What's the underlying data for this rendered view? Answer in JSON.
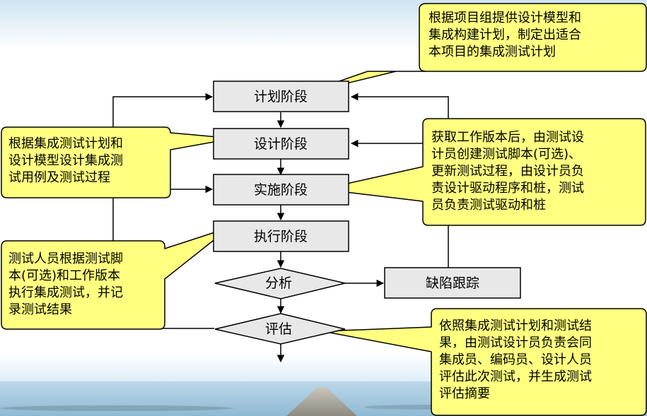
{
  "nodes": {
    "plan": "计划阶段",
    "design": "设计阶段",
    "implement": "实施阶段",
    "execute": "执行阶段",
    "analyze": "分析",
    "defect": "缺陷跟踪",
    "evaluate": "评估"
  },
  "callouts": {
    "plan": "根据项目组提供设计模型和\n集成构建计划，制定出适合\n本项目的集成测试计划",
    "design": "根据集成测试计划和\n设计模型设计集成测\n试用例及测试过程",
    "implement": "获取工作版本后，由测试设\n计员创建测试脚本(可选)、\n更新测试过程，由设计员负\n责设计驱动程序和桩，测试\n员负责测试驱动和桩",
    "execute": "测试人员根据测试脚\n本(可选)和工作版本\n执行集成测试，并记\n录测试结果",
    "evaluate": "依照集成测试计划和测试结\n果，由测试设计员负责会同\n集成员、编码员、设计人员\n评估此次测试，并生成测试\n评估摘要"
  },
  "colors": {
    "callout_fill": "#ffff80",
    "node_fill": "#e8e8e8",
    "stroke": "#000000"
  }
}
